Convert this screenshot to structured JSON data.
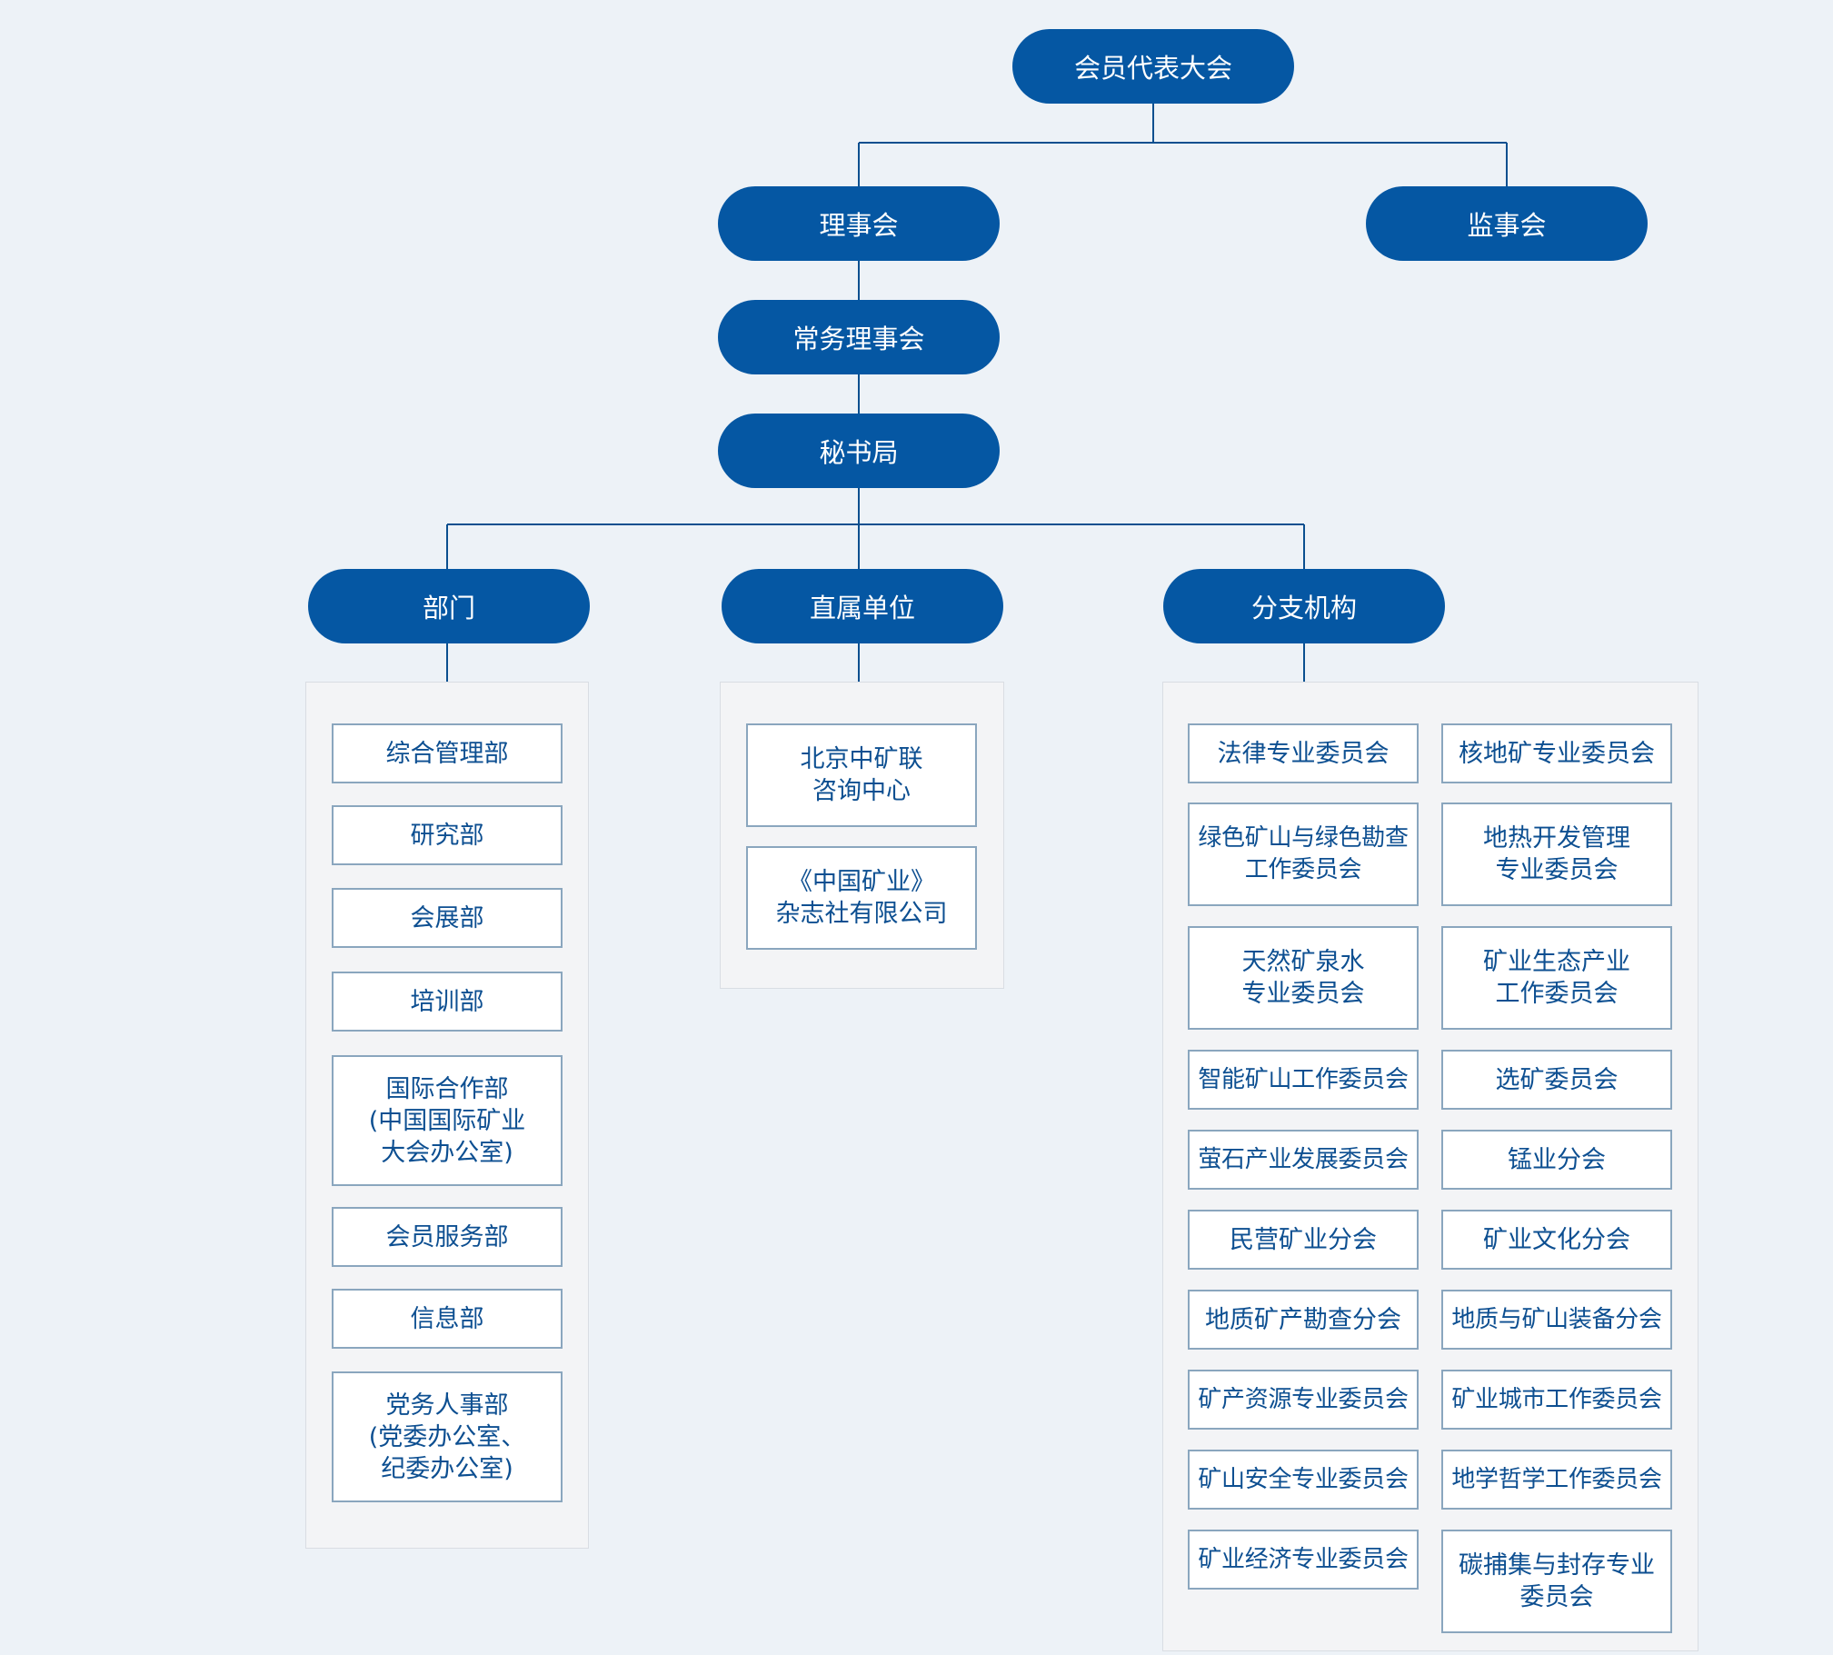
{
  "colors": {
    "node_fill": "#0557a3",
    "node_text": "#ffffff",
    "box_text": "#0d4f91",
    "box_border": "#8aa6be",
    "line": "#0b4f8f",
    "panel": "#f3f4f6",
    "background": "#edf2f7"
  },
  "top": {
    "label": "会员代表大会"
  },
  "council": {
    "label": "理事会"
  },
  "supervisory": {
    "label": "监事会"
  },
  "standing_council": {
    "label": "常务理事会"
  },
  "secretariat": {
    "label": "秘书局"
  },
  "departments": {
    "label": "部门",
    "items": [
      "综合管理部",
      "研究部",
      "会展部",
      "培训部",
      "国际合作部\n(中国国际矿业\n大会办公室)",
      "会员服务部",
      "信息部",
      "党务人事部\n(党委办公室、\n纪委办公室)"
    ]
  },
  "affiliates": {
    "label": "直属单位",
    "items": [
      "北京中矿联\n咨询中心",
      "《中国矿业》\n杂志社有限公司"
    ]
  },
  "branches": {
    "label": "分支机构",
    "left": [
      "法律专业委员会",
      "绿色矿山与绿色勘查\n工作委员会",
      "天然矿泉水\n专业委员会",
      "智能矿山工作委员会",
      "萤石产业发展委员会",
      "民营矿业分会",
      "地质矿产勘查分会",
      "矿产资源专业委员会",
      "矿山安全专业委员会",
      "矿业经济专业委员会"
    ],
    "right": [
      "核地矿专业委员会",
      "地热开发管理\n专业委员会",
      "矿业生态产业\n工作委员会",
      "选矿委员会",
      "锰业分会",
      "矿业文化分会",
      "地质与矿山装备分会",
      "矿业城市工作委员会",
      "地学哲学工作委员会",
      "碳捕集与封存专业\n委员会"
    ]
  }
}
